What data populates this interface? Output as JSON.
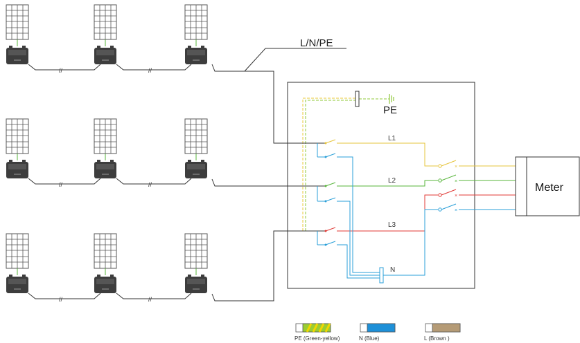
{
  "labels": {
    "bus": "L/N/PE",
    "pe": "PE",
    "l1": "L1",
    "l2": "L2",
    "l3": "L3",
    "n": "N",
    "meter": "Meter"
  },
  "legend": [
    {
      "label": "PE (Green-yellow)",
      "color": "#9acd32",
      "stripe": "#f2d600"
    },
    {
      "label": "N (Blue)",
      "color": "#1e90d8"
    },
    {
      "label": "L (Brown )",
      "color": "#b59b76"
    }
  ],
  "colors": {
    "pe": "#8fc83a",
    "pe_yellow": "#e8c93a",
    "l1": "#e6c43c",
    "l2": "#57b53a",
    "l3": "#e03a36",
    "n": "#2a9fd8",
    "wire": "#333333",
    "panel": "#555555"
  }
}
